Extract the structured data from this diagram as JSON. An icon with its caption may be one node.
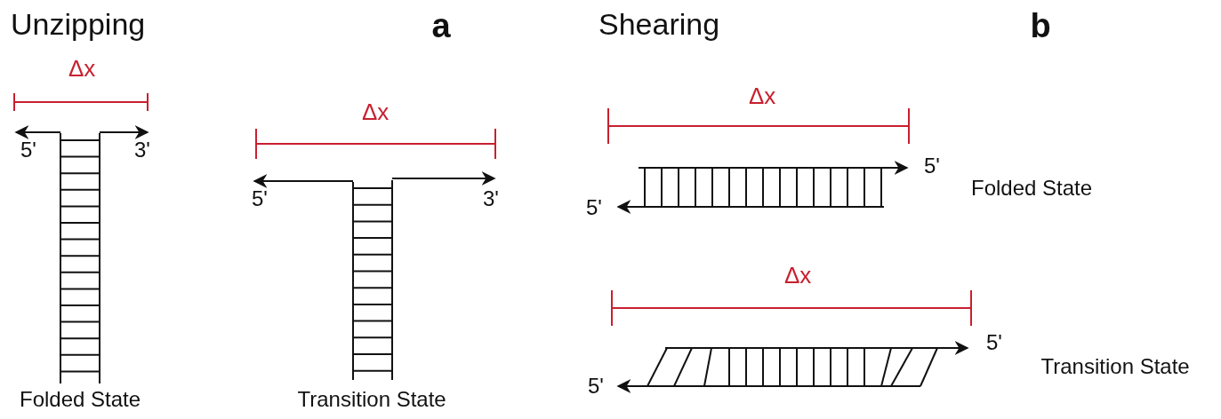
{
  "diagram": {
    "labels": [
      "Unzipping",
      "a",
      "Shearing",
      "b",
      "Δx",
      "5'",
      "3'",
      "Folded State",
      "Δx",
      "5'",
      "3'",
      "Transition State",
      "Δx",
      "5'",
      "5'",
      "Folded State",
      "Δx",
      "5'",
      "5'",
      "Transition State"
    ]
  }
}
